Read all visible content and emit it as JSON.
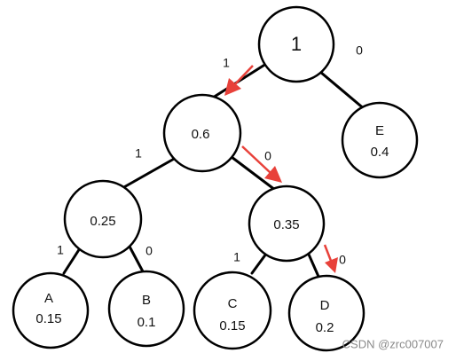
{
  "tree": {
    "root": {
      "label": "1"
    },
    "n06": {
      "label": "0.6"
    },
    "e": {
      "name": "E",
      "value": "0.4"
    },
    "n025": {
      "label": "0.25"
    },
    "n035": {
      "label": "0.35"
    },
    "a": {
      "name": "A",
      "value": "0.15"
    },
    "b": {
      "name": "B",
      "value": "0.1"
    },
    "c": {
      "name": "C",
      "value": "0.15"
    },
    "d": {
      "name": "D",
      "value": "0.2"
    }
  },
  "edges": {
    "root_left": "1",
    "root_right": "0",
    "n06_left": "1",
    "n06_right": "0",
    "n025_left": "1",
    "n025_right": "0",
    "n035_left": "1",
    "n035_right": "0"
  },
  "highlight": {
    "color": "#e8413a"
  },
  "watermark": "CSDN @zrc007007"
}
